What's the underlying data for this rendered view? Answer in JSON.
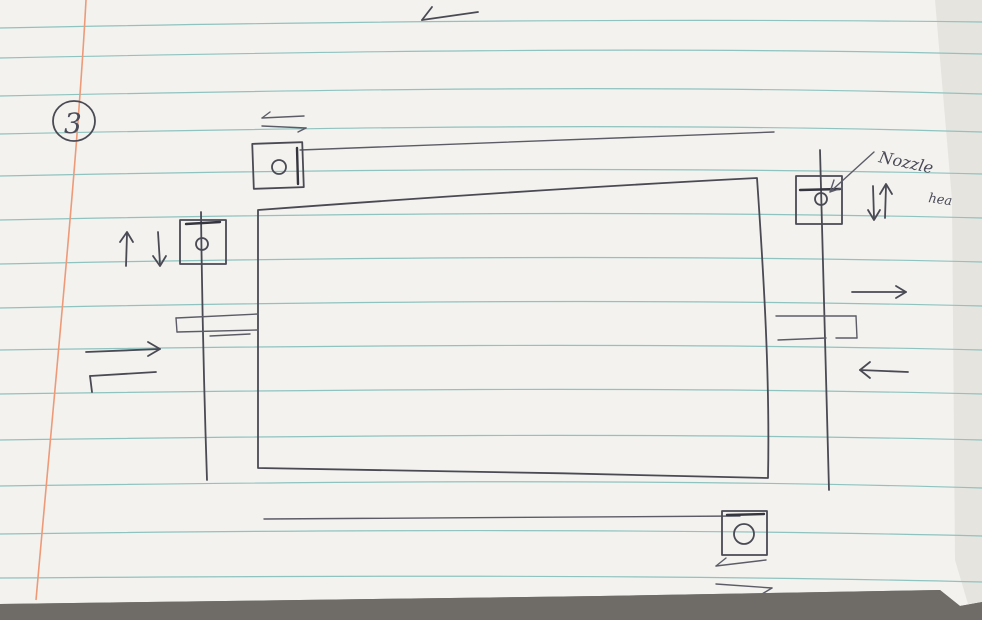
{
  "page_number": "3",
  "notes": {
    "nozzle_line1": "Nozzle",
    "nozzle_line2": "hea"
  },
  "colors": {
    "paper": "#f3f2ee",
    "rule_line": "#8fc3c0",
    "margin_line": "#ee9a78",
    "pencil": "#4a4a55",
    "background": "#7a7772"
  }
}
